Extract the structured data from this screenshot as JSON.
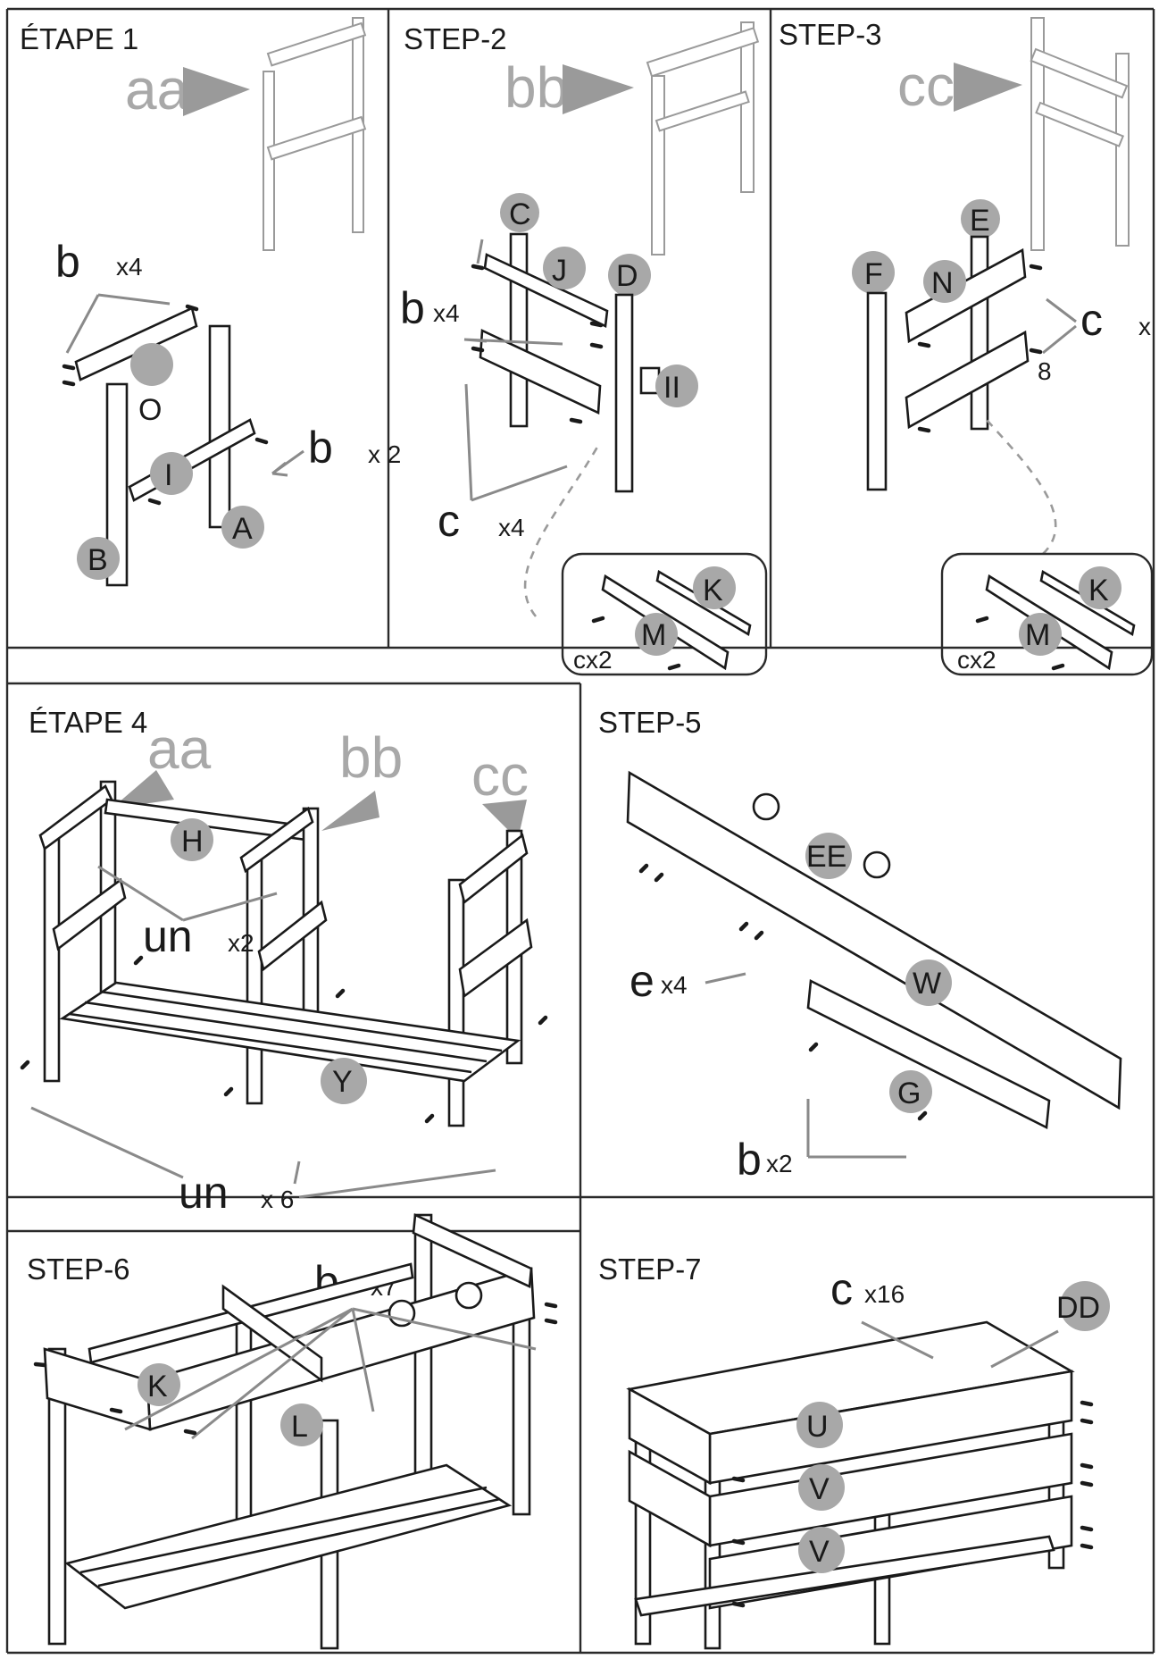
{
  "steps": {
    "s1": {
      "title": "ÉTAPE  1",
      "ghost": "aa",
      "b_letter": "b",
      "b_qty": "x4",
      "b2_qty": "x  2",
      "labels": {
        "O": "O",
        "I": "I",
        "A": "A",
        "B": "B"
      }
    },
    "s2": {
      "title": "STEP-2",
      "ghost": "bb",
      "b_letter": "b",
      "b_qty": "x4",
      "c_letter": "c",
      "c_qty": "x4",
      "inset_qty": "cx2",
      "labels": {
        "C": "C",
        "J": "J",
        "D": "D",
        "II": "II",
        "K": "K",
        "M": "M"
      }
    },
    "s3": {
      "title": "STEP-3",
      "ghost": "cc",
      "c_letter": "c",
      "c_qty": "x",
      "c_qty2": "8",
      "inset_qty": "cx2",
      "labels": {
        "E": "E",
        "F": "F",
        "N": "N",
        "K": "K",
        "M": "M"
      }
    },
    "s4": {
      "title": "ÉTAPE  4",
      "ghost_aa": "aa",
      "ghost_bb": "bb",
      "ghost_cc": "cc",
      "un1": "un",
      "un1_qty": "x2",
      "un2": "un",
      "un2_qty": "x  6",
      "labels": {
        "H": "H",
        "Y": "Y"
      }
    },
    "s5": {
      "title": "STEP-5",
      "e_letter": "e",
      "e_qty": "x4",
      "b_letter": "b",
      "b_qty": "x2",
      "labels": {
        "EE": "EE",
        "W": "W",
        "G": "G"
      }
    },
    "s6": {
      "title": "STEP-6",
      "b_letter": "b",
      "b_qty": "x7",
      "labels": {
        "K": "K",
        "L": "L"
      }
    },
    "s7": {
      "title": "STEP-7",
      "c_letter": "c",
      "c_qty": "x16",
      "labels": {
        "DD": "DD",
        "U": "U",
        "V1": "V",
        "V2": "V"
      }
    }
  },
  "colors": {
    "ink": "#1a1a1a",
    "ghost": "#a8a8a8",
    "label_dot": "#a8a8a8",
    "background": "#ffffff"
  }
}
